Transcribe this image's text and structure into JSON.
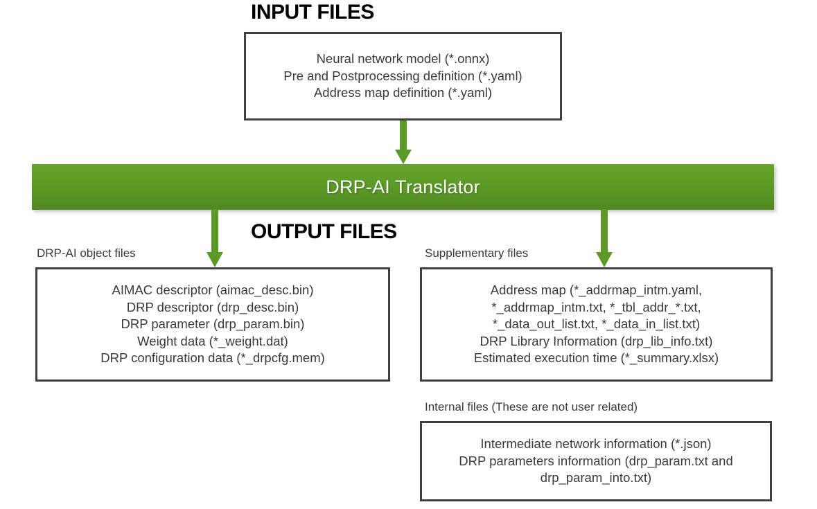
{
  "diagram": {
    "title": "DRP-AI Translator input and output files",
    "colors": {
      "arrow_green": "#5C9A28",
      "bar_green_top": "#66A32C",
      "bar_green_bottom": "#4E8A1F",
      "box_border": "#3F3F3F",
      "body_text": "#3A3A3A",
      "heading_text": "#000000",
      "background": "#FFFFFF"
    },
    "input_section": {
      "heading": "INPUT FILES",
      "box": {
        "lines": [
          "Neural network model (*.onnx)",
          "Pre and Postprocessing definition (*.yaml)",
          "Address map definition (*.yaml)"
        ]
      }
    },
    "process": {
      "label": "DRP-AI Translator"
    },
    "output_section": {
      "heading": "OUTPUT FILES",
      "groups": [
        {
          "caption": "DRP-AI object files",
          "lines": [
            "AIMAC  descriptor (aimac_desc.bin)",
            "DRP descriptor (drp_desc.bin)",
            "DRP parameter (drp_param.bin)",
            "Weight data (*_weight.dat)",
            "DRP configuration data (*_drpcfg.mem)"
          ]
        },
        {
          "caption": "Supplementary files",
          "lines": [
            "Address map (*_addrmap_intm.yaml,",
            "*_addrmap_intm.txt, *_tbl_addr_*.txt,",
            "*_data_out_list.txt, *_data_in_list.txt)",
            "DRP Library Information (drp_lib_info.txt)",
            "Estimated execution time (*_summary.xlsx)"
          ]
        },
        {
          "caption": "Internal files (These are not user related)",
          "lines": [
            "Intermediate network information (*.json)",
            "DRP parameters information (drp_param.txt and",
            "drp_param_into.txt)"
          ]
        }
      ]
    },
    "arrows": [
      {
        "name": "input-to-translator",
        "direction": "down"
      },
      {
        "name": "translator-to-object-files",
        "direction": "down"
      },
      {
        "name": "translator-to-supplementary-files",
        "direction": "down"
      }
    ]
  }
}
